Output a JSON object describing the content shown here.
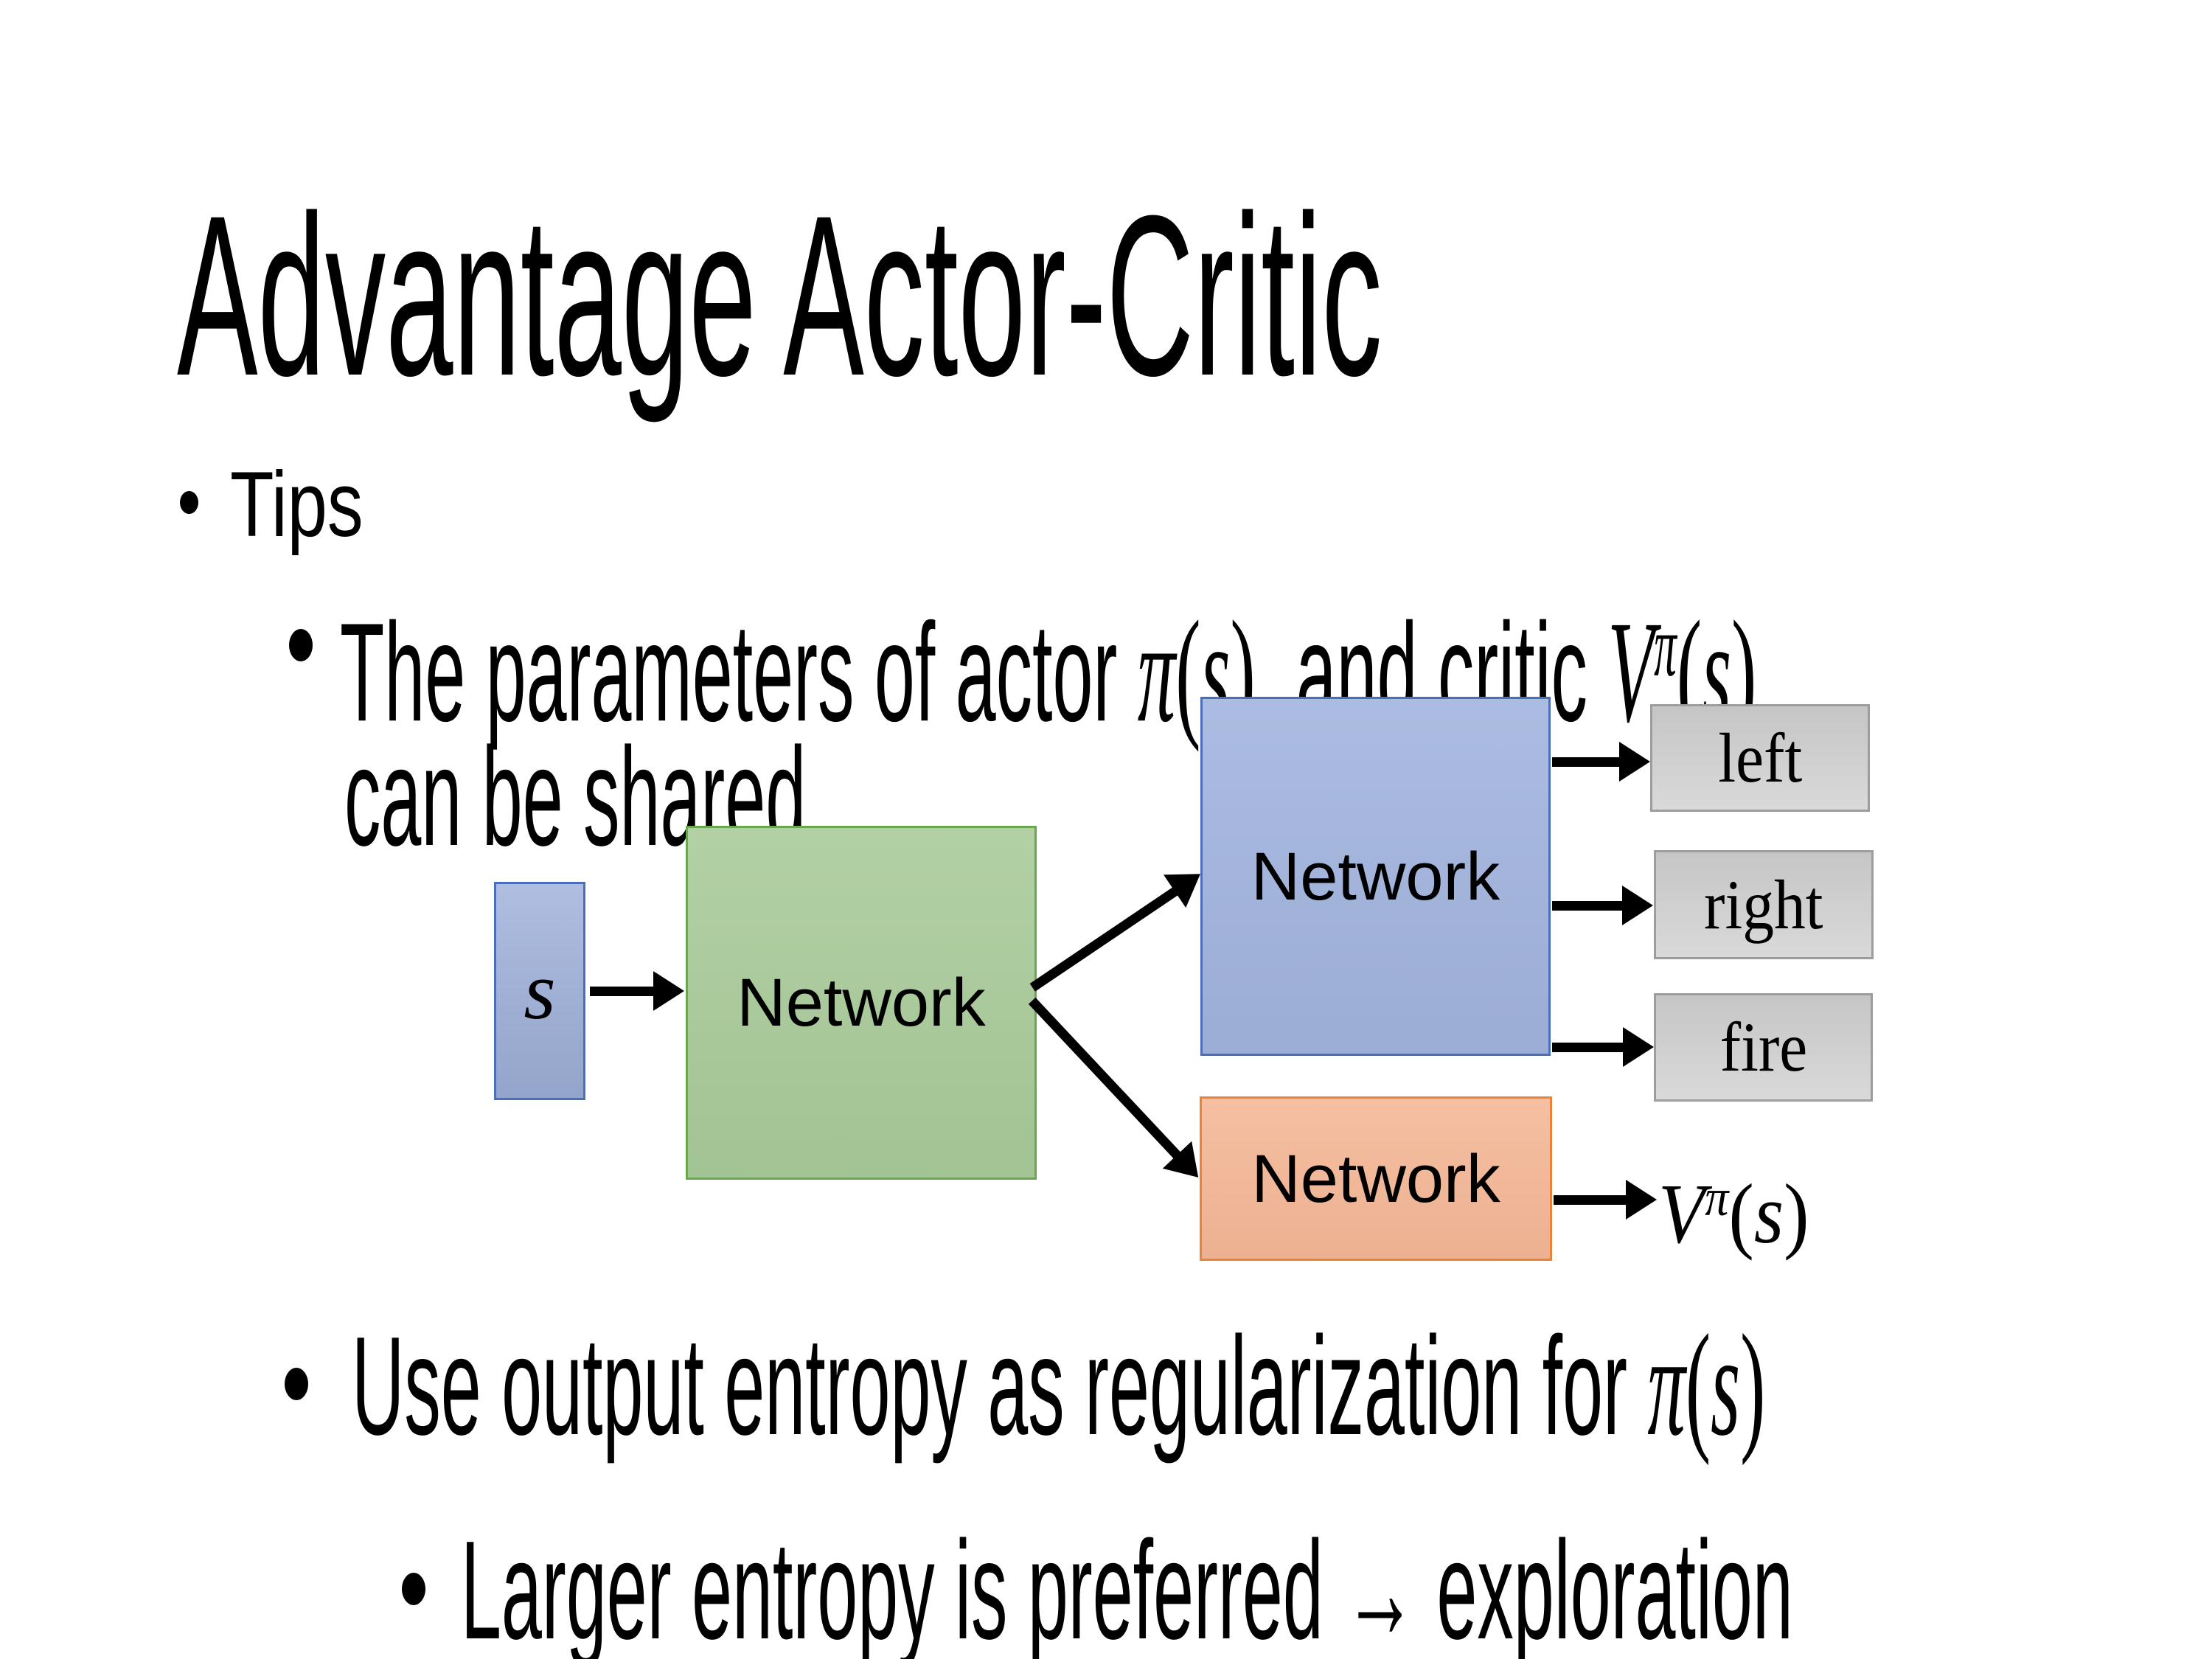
{
  "slide": {
    "title": "Advantage Actor-Critic"
  },
  "bullets": {
    "tips": "Tips",
    "b2_line1": [
      {
        "t": "The parameters of actor ",
        "k": "t"
      },
      {
        "t": "π",
        "k": "v"
      },
      {
        "t": "(",
        "k": "m"
      },
      {
        "t": "s",
        "k": "v"
      },
      {
        "t": ")",
        "k": "m"
      },
      {
        "t": "  and critic ",
        "k": "t"
      },
      {
        "t": "V",
        "k": "v"
      },
      {
        "t": "π",
        "k": "sup"
      },
      {
        "t": "(",
        "k": "m"
      },
      {
        "t": "s",
        "k": "v"
      },
      {
        "t": ")",
        "k": "m"
      }
    ],
    "b2_line2": "can be shared",
    "b3": [
      {
        "t": "Use output entropy as regularization for ",
        "k": "t"
      },
      {
        "t": "π",
        "k": "v"
      },
      {
        "t": "(",
        "k": "m"
      },
      {
        "t": "s",
        "k": "v"
      },
      {
        "t": ")",
        "k": "m"
      }
    ],
    "b4": [
      {
        "t": "Larger entropy is preferred ",
        "k": "t"
      },
      {
        "t": "→",
        "k": "t"
      },
      {
        "t": " exploration",
        "k": "t"
      }
    ]
  },
  "diagram": {
    "state_label": [
      {
        "t": "s",
        "k": "v"
      }
    ],
    "shared_network_label": "Network",
    "actor_network_label": "Network",
    "critic_network_label": "Network",
    "actions": [
      "left",
      "right",
      "fire"
    ],
    "critic_output": [
      {
        "t": "V",
        "k": "v"
      },
      {
        "t": "π",
        "k": "sup"
      },
      {
        "t": "(",
        "k": "m"
      },
      {
        "t": "s",
        "k": "v"
      },
      {
        "t": ")",
        "k": "m"
      }
    ]
  },
  "colors": {
    "state_box_fill": "#9fb1da",
    "state_box_border": "#4a6fb8",
    "shared_net_fill": "#a9cb9a",
    "shared_net_border": "#6aa84f",
    "actor_net_fill": "#a2b4de",
    "actor_net_border": "#4a6fb8",
    "critic_net_fill": "#f5b897",
    "critic_net_border": "#e8833a",
    "action_box_fill": "#d2d2d2",
    "action_box_border": "#9d9d9d",
    "arrow_color": "#000000",
    "text_color": "#000000",
    "background": "#ffffff"
  }
}
